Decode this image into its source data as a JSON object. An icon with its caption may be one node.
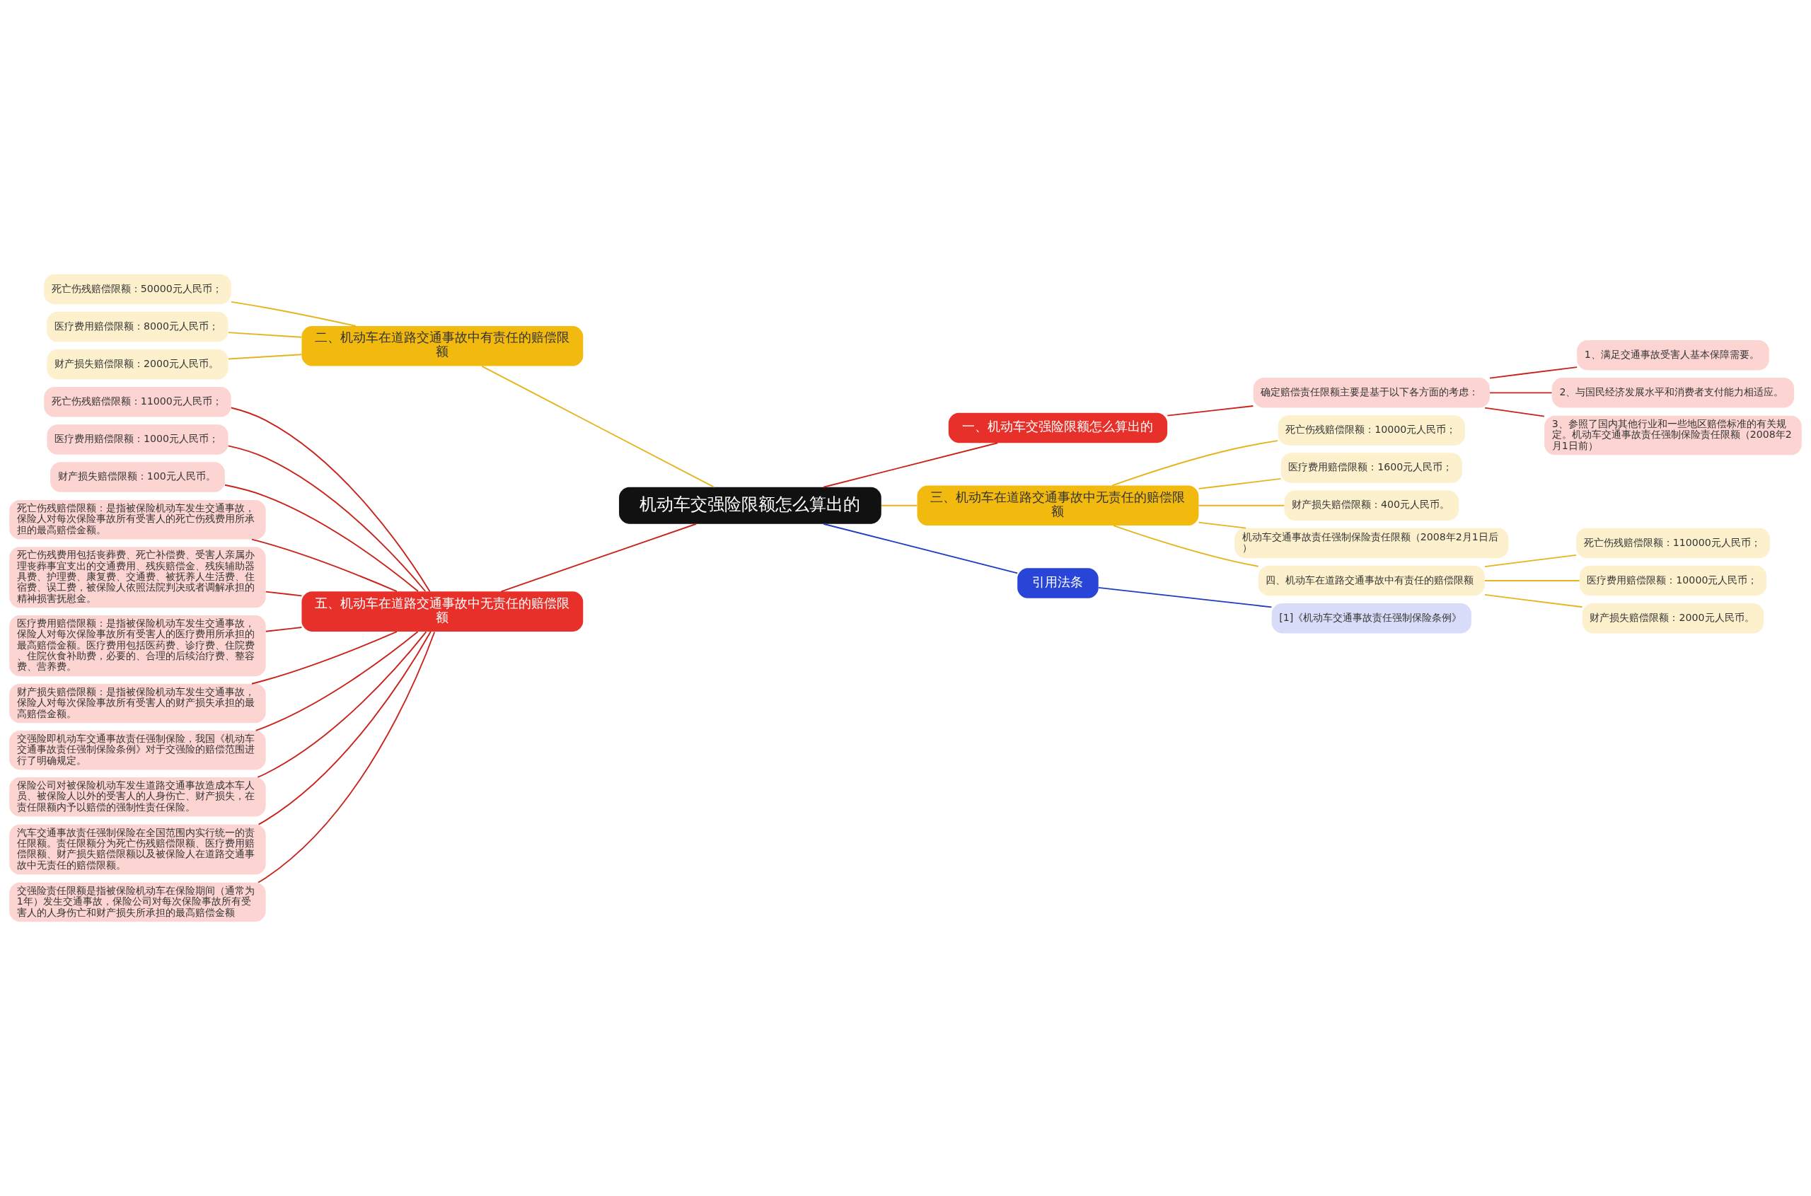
{
  "diagram": {
    "nodes": [
      {
        "text": [
          "机动车交强险限额怎么算出的"
        ]
      },
      {
        "text": [
          "二、机动车在道路交通事故中有责任的赔偿限额"
        ]
      },
      {
        "text": [
          "死亡伤残赔偿限额：50000元人民币；"
        ]
      },
      {
        "text": [
          "医疗费用赔偿限额：8000元人民币；"
        ]
      },
      {
        "text": [
          "财产损失赔偿限额：2000元人民币。"
        ]
      },
      {
        "text": [
          "一、机动车交强险限额怎么算出的"
        ]
      },
      {
        "text": [
          "确定赔偿责任限额主要是基于以下各方面的考虑："
        ]
      },
      {
        "text": [
          "1、满足交通事故受害人基本保障需要。"
        ]
      },
      {
        "text": [
          "2、与国民经济发展水平和消费者支付能力相适应。"
        ]
      },
      {
        "text": [
          "3、参照了国内其他行业和一些地区赔偿标准的有关规定。机动车交通事故责任强制保险责任限额（2008年2月1日前）"
        ]
      },
      {
        "text": [
          "三、机动车在道路交通事故中无责任的赔偿限额"
        ]
      },
      {
        "text": [
          "死亡伤残赔偿限额：10000元人民币；"
        ]
      },
      {
        "text": [
          "医疗费用赔偿限额：1600元人民币；"
        ]
      },
      {
        "text": [
          "财产损失赔偿限额：400元人民币。"
        ]
      },
      {
        "text": [
          "机动车交通事故责任强制保险责任限额（2008年2月1日后）"
        ]
      },
      {
        "text": [
          "四、机动车在道路交通事故中有责任的赔偿限额"
        ]
      },
      {
        "text": [
          "死亡伤残赔偿限额：110000元人民币；"
        ]
      },
      {
        "text": [
          "医疗费用赔偿限额：10000元人民币；"
        ]
      },
      {
        "text": [
          "财产损失赔偿限额：2000元人民币。"
        ]
      },
      {
        "text": [
          "五、机动车在道路交通事故中无责任的赔偿限额"
        ]
      },
      {
        "text": [
          "死亡伤残赔偿限额：11000元人民币；"
        ]
      },
      {
        "text": [
          "医疗费用赔偿限额：1000元人民币；"
        ]
      },
      {
        "text": [
          "财产损失赔偿限额：100元人民币。"
        ]
      },
      {
        "text": [
          "死亡伤残赔偿限额：是指被保险机动车发生交通事故，保险人对每次保险事故所有受害人的死亡伤残费用所承担的最高赔偿金额。"
        ]
      },
      {
        "text": [
          "死亡伤残费用包括丧葬费、死亡补偿费、受害人亲属办理丧葬事宜支出的交通费用、残疾赔偿金、残疾辅助器具费、护理费、康复费、交通费、被抚养人生活费、住宿费、误工费，被保险人依照法院判决或者调解承担的精神损害抚慰金。"
        ]
      },
      {
        "text": [
          "医疗费用赔偿限额：是指被保险机动车发生交通事故，保险人对每次保险事故所有受害人的医疗费用所承担的最高赔偿金额。医疗费用包括医药费、诊疗费、住院费、住院伙食补助费，必要的、合理的后续治疗费、整容费、营养费。"
        ]
      },
      {
        "text": [
          "财产损失赔偿限额：是指被保险机动车发生交通事故，保险人对每次保险事故所有受害人的财产损失承担的最高赔偿金额。"
        ]
      },
      {
        "text": [
          "交强险即机动车交通事故责任强制保险，我国《机动车交通事故责任强制保险条例》对于交强险的赔偿范围进行了明确规定。"
        ]
      },
      {
        "text": [
          "保险公司对被保险机动车发生道路交通事故造成本车人员、被保险人以外的受害人的人身伤亡、财产损失，在责任限额内予以赔偿的强制性责任保险。"
        ]
      },
      {
        "text": [
          "汽车交通事故责任强制保险在全国范围内实行统一的责任限额。责任限额分为死亡伤残赔偿限额、医疗费用赔偿限额、财产损失赔偿限额以及被保险人在道路交通事故中无责任的赔偿限额。"
        ]
      },
      {
        "text": [
          "交强险责任限额是指被保险机动车在保险期间（通常为1年）发生交通事故，保险公司对每次保险事故所有受害人的人身伤亡和财产损失所承担的最高赔偿金额"
        ]
      },
      {
        "text": [
          "引用法条"
        ]
      },
      {
        "text": [
          "[1]《机动车交通事故责任强制保险条例》"
        ]
      }
    ],
    "edges": [
      {
        "from": 0,
        "to": 1,
        "arrow": "none",
        "color": "#e6b41e"
      },
      {
        "from": 1,
        "to": 2,
        "arrow": "none",
        "color": "#e6b41e"
      },
      {
        "from": 1,
        "to": 3,
        "arrow": "none",
        "color": "#e6b41e"
      },
      {
        "from": 1,
        "to": 4,
        "arrow": "none",
        "color": "#e6b41e"
      },
      {
        "from": 0,
        "to": 5,
        "arrow": "none"
      },
      {
        "from": 5,
        "to": 6,
        "arrow": "none"
      },
      {
        "from": 6,
        "to": 7,
        "arrow": "none"
      },
      {
        "from": 6,
        "to": 8,
        "arrow": "none"
      },
      {
        "from": 6,
        "to": 9,
        "arrow": "none"
      },
      {
        "from": 0,
        "to": 10,
        "arrow": "none",
        "color": "#e6b41e"
      },
      {
        "from": 10,
        "to": 11,
        "arrow": "none",
        "color": "#e6b41e"
      },
      {
        "from": 10,
        "to": 12,
        "arrow": "none",
        "color": "#e6b41e"
      },
      {
        "from": 10,
        "to": 13,
        "arrow": "none",
        "color": "#e6b41e"
      },
      {
        "from": 10,
        "to": 14,
        "arrow": "none",
        "color": "#e6b41e"
      },
      {
        "from": 10,
        "to": 15,
        "arrow": "none",
        "color": "#e6b41e"
      },
      {
        "from": 15,
        "to": 16,
        "arrow": "none",
        "color": "#e6b41e"
      },
      {
        "from": 15,
        "to": 17,
        "arrow": "none",
        "color": "#e6b41e"
      },
      {
        "from": 15,
        "to": 18,
        "arrow": "none",
        "color": "#e6b41e"
      },
      {
        "from": 0,
        "to": 19,
        "arrow": "none"
      },
      {
        "from": 19,
        "to": 20,
        "arrow": "none"
      },
      {
        "from": 19,
        "to": 21,
        "arrow": "none"
      },
      {
        "from": 19,
        "to": 22,
        "arrow": "none"
      },
      {
        "from": 19,
        "to": 23,
        "arrow": "none"
      },
      {
        "from": 19,
        "to": 24,
        "arrow": "none"
      },
      {
        "from": 19,
        "to": 25,
        "arrow": "none"
      },
      {
        "from": 19,
        "to": 26,
        "arrow": "none"
      },
      {
        "from": 19,
        "to": 27,
        "arrow": "none"
      },
      {
        "from": 19,
        "to": 28,
        "arrow": "none"
      },
      {
        "from": 19,
        "to": 29,
        "arrow": "none"
      },
      {
        "from": 19,
        "to": 30,
        "arrow": "none"
      },
      {
        "from": 0,
        "to": 31,
        "arrow": "none",
        "color": "#1f3cc4"
      },
      {
        "from": 31,
        "to": 32,
        "arrow": "none",
        "color": "#1f3cc4"
      }
    ]
  }
}
